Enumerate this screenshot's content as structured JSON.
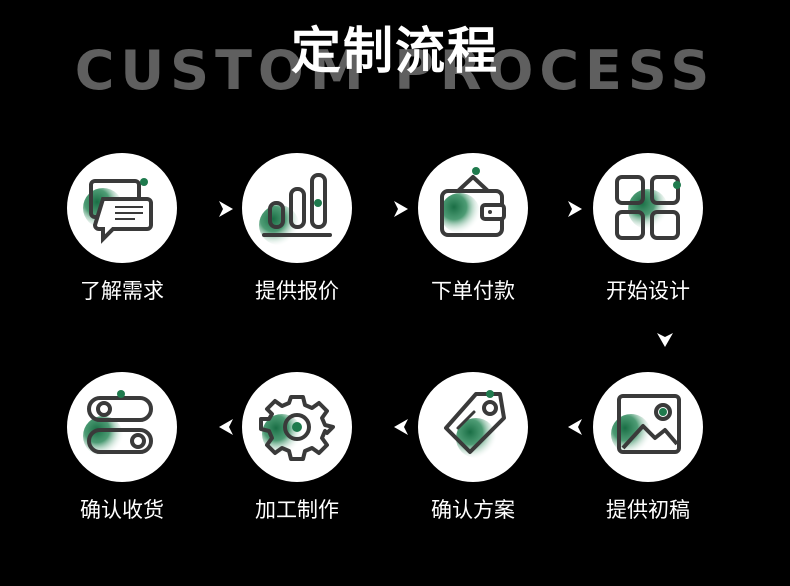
{
  "header": {
    "title": "定制流程",
    "subtitle": "CUSTOM PROCESS"
  },
  "steps": [
    {
      "label": "了解需求",
      "icon": "chat-bubble-icon"
    },
    {
      "label": "提供报价",
      "icon": "bar-chart-icon"
    },
    {
      "label": "下单付款",
      "icon": "wallet-icon"
    },
    {
      "label": "开始设计",
      "icon": "grid-icon"
    },
    {
      "label": "提供初稿",
      "icon": "image-icon"
    },
    {
      "label": "确认方案",
      "icon": "price-tag-icon"
    },
    {
      "label": "加工制作",
      "icon": "gear-icon"
    },
    {
      "label": "确认收货",
      "icon": "toggle-switches-icon"
    }
  ],
  "colors": {
    "background": "#000000",
    "accent": "#1f7a4d",
    "icon_stroke": "#3a3a3a",
    "circle": "#ffffff",
    "subtitle": "#5f5f5f"
  }
}
